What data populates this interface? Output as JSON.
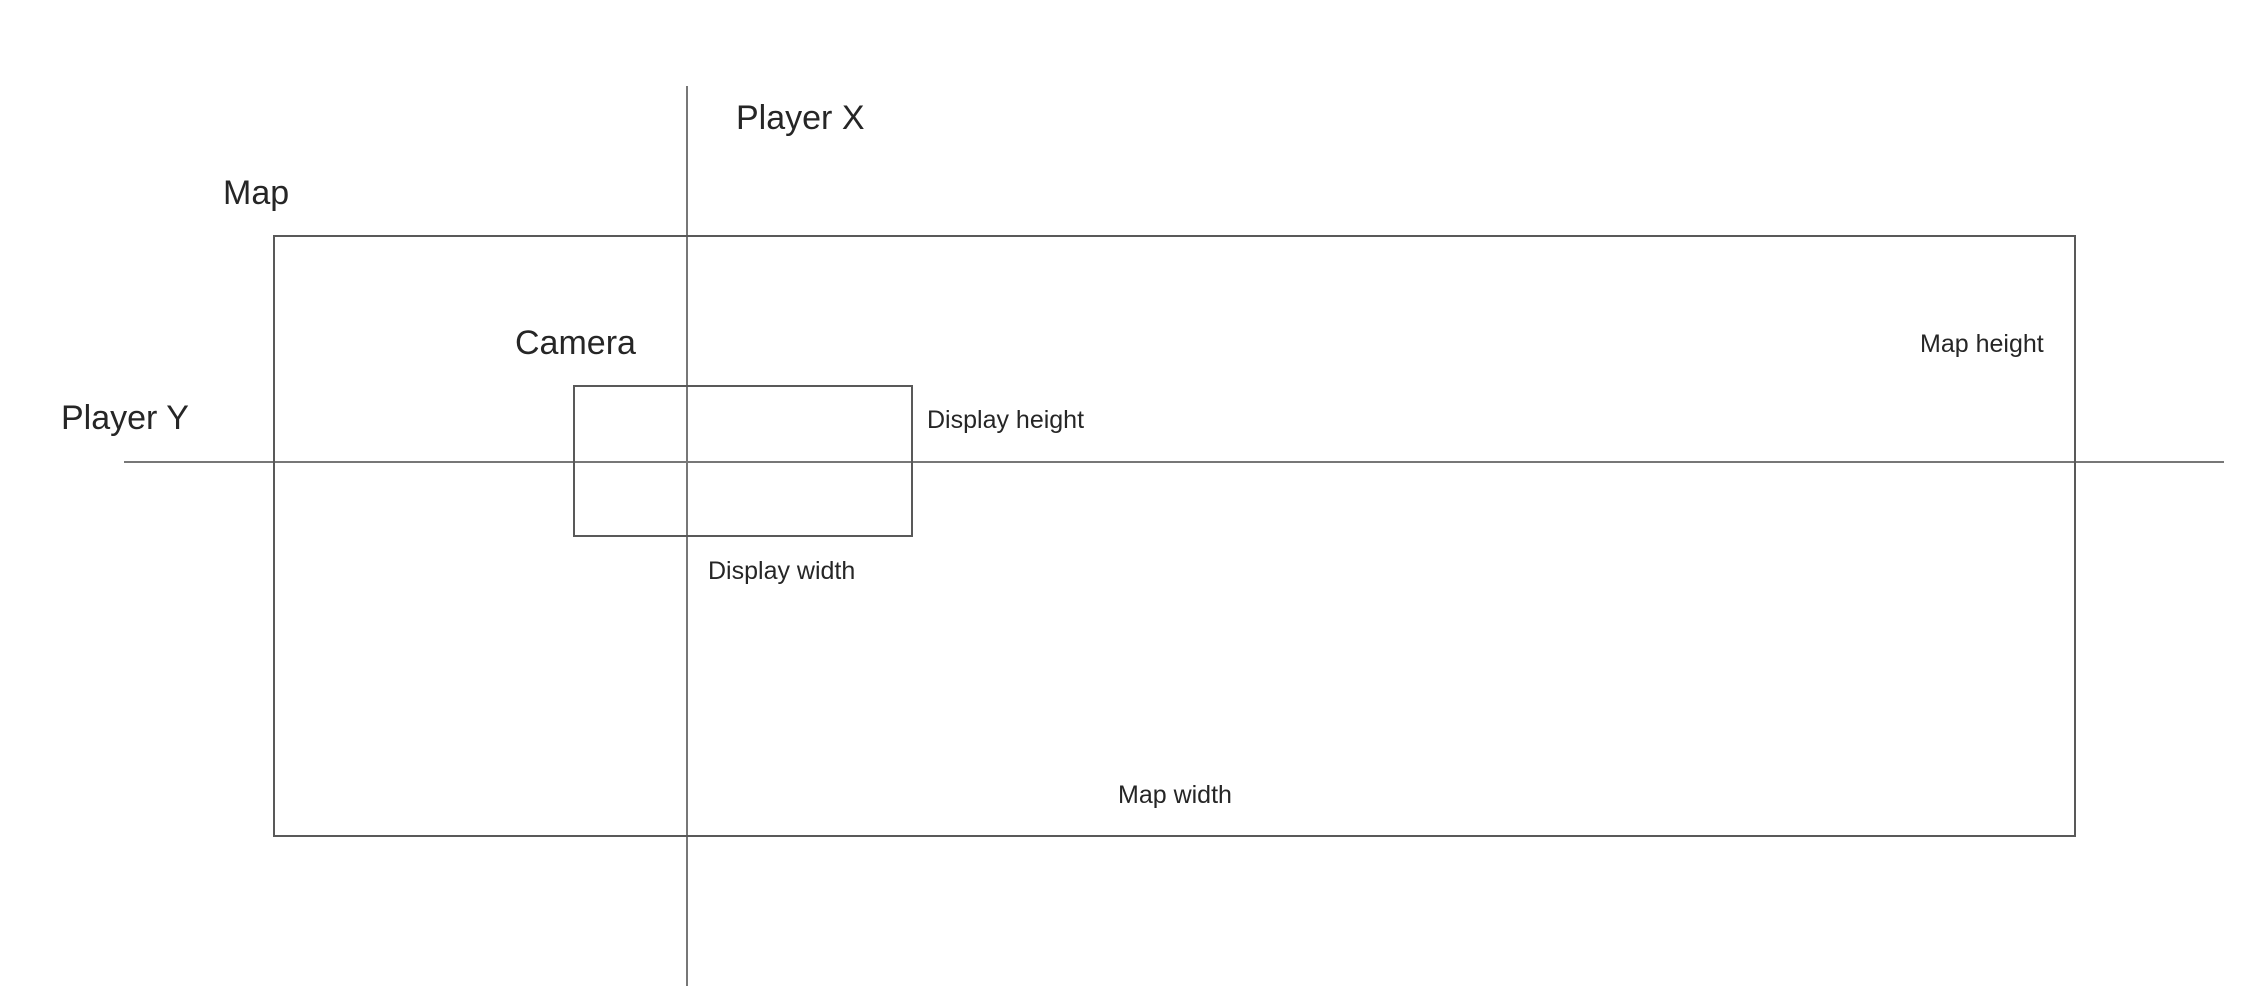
{
  "diagram": {
    "labels": {
      "player_x": "Player X",
      "player_y": "Player Y",
      "map": "Map",
      "camera": "Camera",
      "map_height": "Map height",
      "map_width": "Map width",
      "display_height": "Display height",
      "display_width": "Display width"
    },
    "colors": {
      "stroke": "#595959",
      "axis": "#777777",
      "text": "#262626",
      "background": "#ffffff"
    }
  }
}
